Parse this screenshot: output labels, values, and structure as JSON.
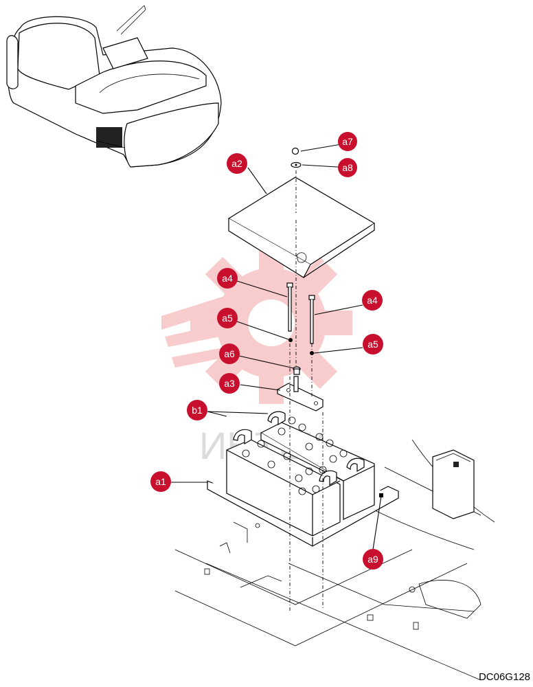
{
  "callouts": {
    "a1": "a1",
    "a2": "a2",
    "a3": "a3",
    "a4_left": "a4",
    "a4_right": "a4",
    "a5_left": "a5",
    "a5_right": "a5",
    "a6": "a6",
    "a7": "a7",
    "a8": "a8",
    "a9": "a9",
    "b1": "b1"
  },
  "watermark_text": "ИНТЕК",
  "drawing_code": "DC06G128",
  "colors": {
    "callout": "#c8102e",
    "watermark": "#f4b0b0"
  }
}
